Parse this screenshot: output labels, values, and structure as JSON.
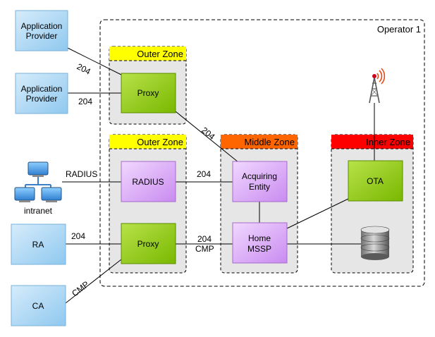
{
  "operator": {
    "label": "Operator 1"
  },
  "zones": {
    "outer_top": {
      "title": "Outer Zone",
      "color": "#ffff00"
    },
    "outer_bottom": {
      "title": "Outer Zone",
      "color": "#ffff00"
    },
    "middle": {
      "title": "Middle Zone",
      "color": "#ff6600"
    },
    "inner": {
      "title": "Inner Zone",
      "color": "#ff0000"
    }
  },
  "external": {
    "app_provider_1": {
      "line1": "Application",
      "line2": "Provider"
    },
    "app_provider_2": {
      "line1": "Application",
      "line2": "Provider"
    },
    "intranet": {
      "label": "intranet"
    },
    "ra": {
      "label": "RA"
    },
    "ca": {
      "label": "CA"
    }
  },
  "components": {
    "proxy_top": {
      "label": "Proxy"
    },
    "radius": {
      "label": "RADIUS"
    },
    "proxy_bottom": {
      "label": "Proxy"
    },
    "acquiring": {
      "line1": "Acquiring",
      "line2": "Entity"
    },
    "home_mssp": {
      "line1": "Home",
      "line2": "MSSP"
    },
    "ota": {
      "label": "OTA"
    }
  },
  "edges": {
    "ap1_proxy": "204",
    "ap2_proxy": "204",
    "proxy_acq": "204",
    "intranet_radius": "RADIUS",
    "radius_acq": "204",
    "ra_proxy": "204",
    "proxy_mssp_1": "204",
    "proxy_mssp_2": "CMP",
    "ca_proxy": "CMP"
  },
  "icons": [
    "network-computers-icon",
    "antenna-tower-icon",
    "database-icon"
  ]
}
